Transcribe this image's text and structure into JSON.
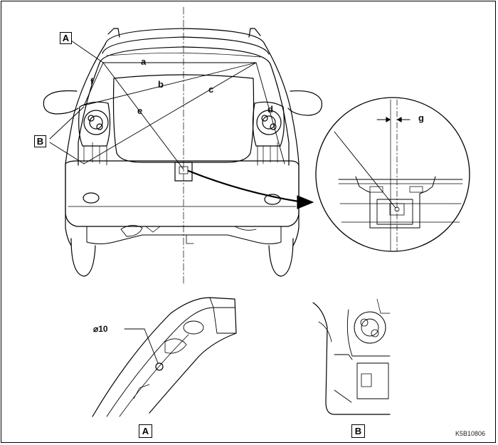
{
  "labels": {
    "a": "a",
    "b": "b",
    "c": "c",
    "d": "d",
    "e": "e",
    "f": "f",
    "g": "g"
  },
  "callouts": {
    "A_top": "A",
    "B_left": "B",
    "A_detail": "A",
    "B_detail": "B"
  },
  "hole_diameter": "⌀10",
  "figure_code": "K5B10806"
}
